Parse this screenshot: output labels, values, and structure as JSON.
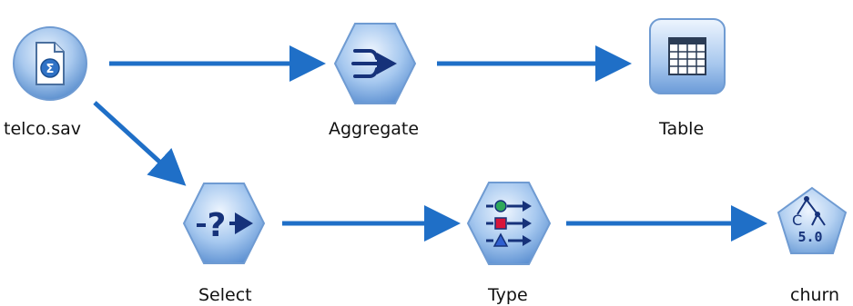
{
  "canvas": {
    "background": "#ffffff",
    "link_color": "#1f6fc7"
  },
  "nodes": {
    "telco": {
      "label": "telco.sav",
      "icon": "statistics-file-icon",
      "shape": "circle"
    },
    "aggregate": {
      "label": "Aggregate",
      "icon": "aggregate-icon",
      "shape": "hexagon"
    },
    "table": {
      "label": "Table",
      "icon": "table-grid-icon",
      "shape": "rounded-square"
    },
    "select": {
      "label": "Select",
      "icon": "select-icon",
      "shape": "hexagon"
    },
    "type": {
      "label": "Type",
      "icon": "type-icon",
      "shape": "hexagon"
    },
    "churn": {
      "label": "churn",
      "icon": "c50-model-icon",
      "shape": "pentagon",
      "glyph_text": "5.0"
    }
  },
  "links": [
    {
      "from": "telco.sav",
      "to": "Aggregate"
    },
    {
      "from": "Aggregate",
      "to": "Table"
    },
    {
      "from": "telco.sav",
      "to": "Select"
    },
    {
      "from": "Select",
      "to": "Type"
    },
    {
      "from": "Type",
      "to": "churn"
    }
  ]
}
